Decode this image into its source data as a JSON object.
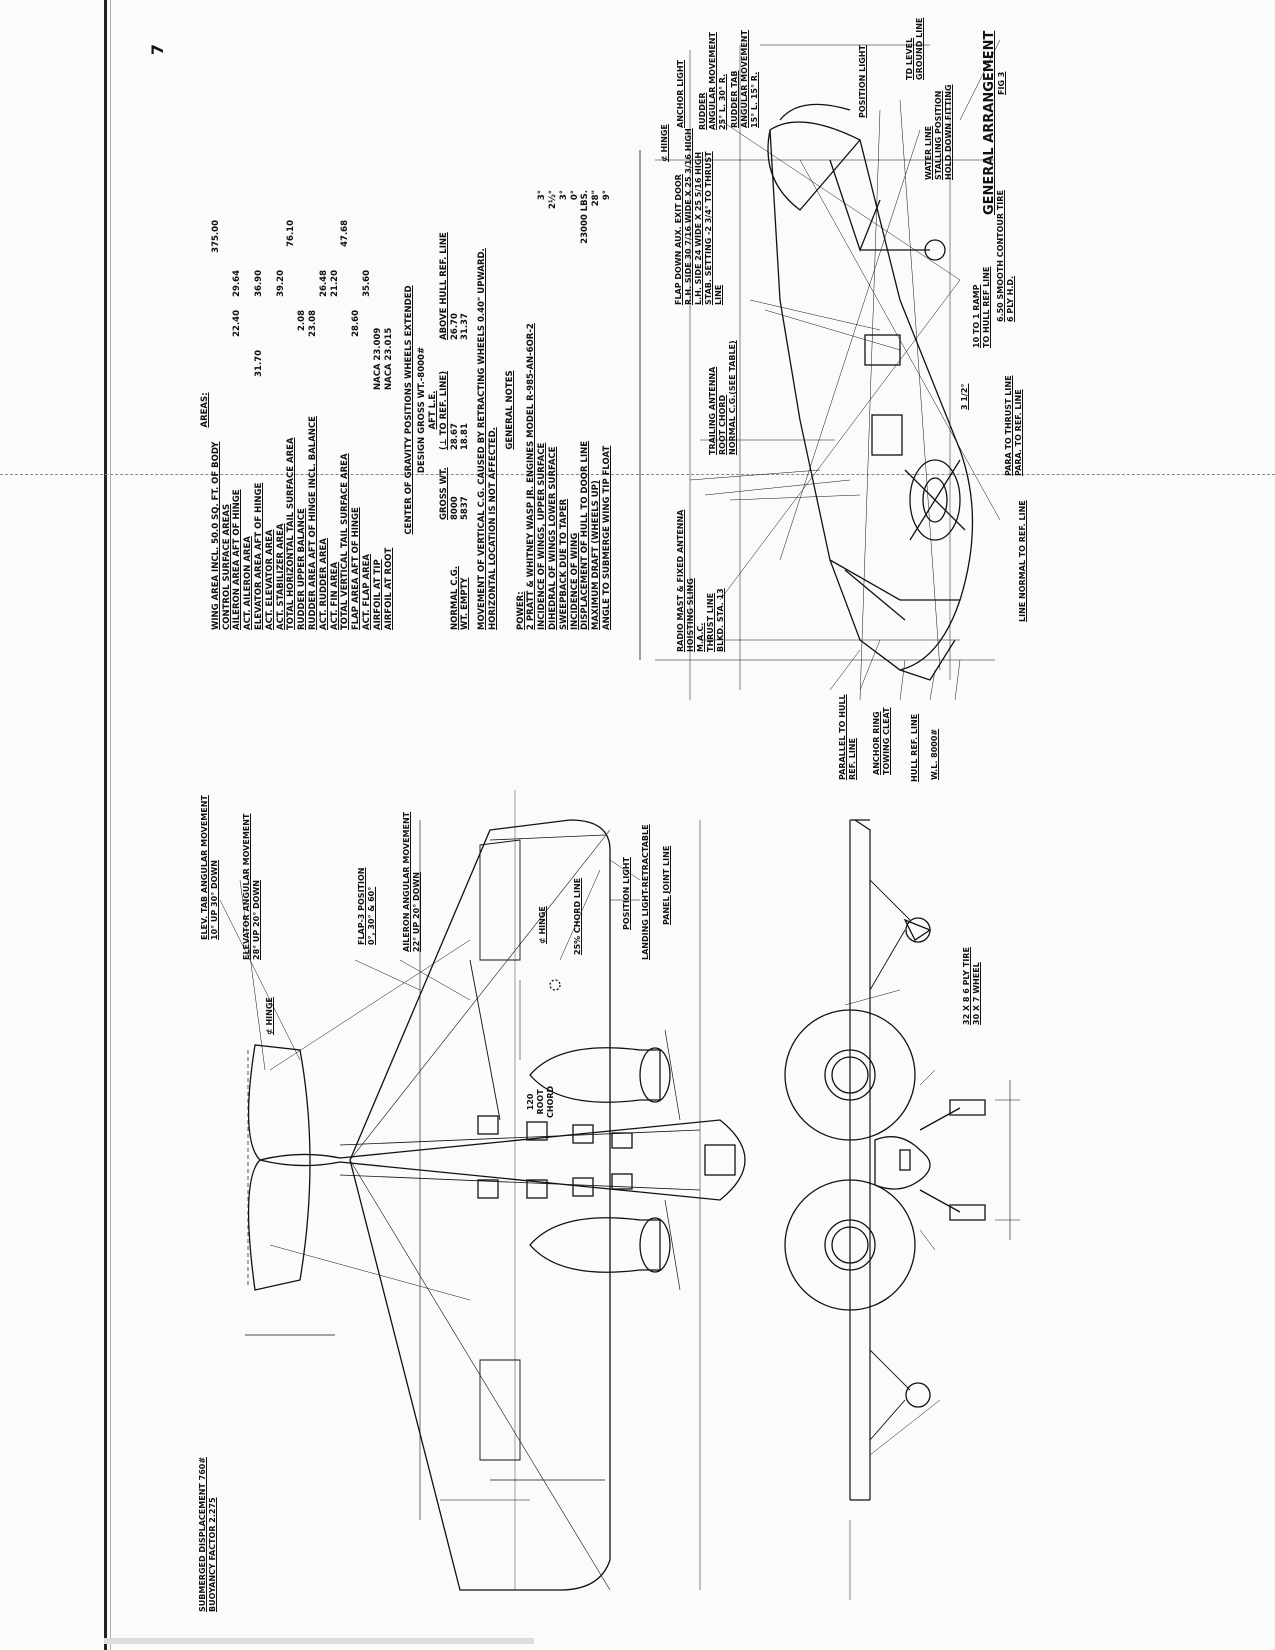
{
  "page_number": "7",
  "title": {
    "main": "GENERAL ARRANGEMENT",
    "sub": "FIG 3"
  },
  "areas": {
    "heading": "AREAS:",
    "rows": [
      {
        "label": "WING AREA INCL. 50.0 SQ. FT. OF BODY",
        "c5": "375.00"
      },
      {
        "label": "CONTROL SURFACE AREAS"
      },
      {
        "label": "AILERON AREA AFT OF HINGE",
        "c3": "22.40",
        "c4": "29.64"
      },
      {
        "label": "ACT. AILERON AREA"
      },
      {
        "label": "ELEVATOR AREA AFT OF HINGE",
        "c2": "31.70",
        "c4": "36.90"
      },
      {
        "label": "ACT. ELEVATOR AREA"
      },
      {
        "label": "ACT. STABILIZER AREA",
        "c4": "39.20"
      },
      {
        "label": "TOTAL HORIZONTAL TAIL SURFACE AREA",
        "c5": "76.10"
      },
      {
        "label": "RUDDER UPPER BALANCE",
        "c3": "2.08"
      },
      {
        "label": "RUDDER AREA AFT OF HINGE INCL. BALANCE",
        "c3": "23.08"
      },
      {
        "label": "ACT. RUDDER AREA",
        "c4": "26.48"
      },
      {
        "label": "ACT. FIN AREA",
        "c4": "21.20"
      },
      {
        "label": "TOTAL VERTICAL TAIL SURFACE AREA",
        "c5": "47.68"
      },
      {
        "label": "FLAP AREA AFT OF HINGE",
        "c3": "28.60"
      },
      {
        "label": "ACT. FLAP AREA",
        "c4": "35.60"
      },
      {
        "label": ""
      },
      {
        "label": "AIRFOIL AT TIP",
        "c2": "NACA 23.009"
      },
      {
        "label": "AIRFOIL AT ROOT",
        "c2": "NACA 23.015"
      }
    ],
    "cg_heading": "CENTER OF GRAVITY POSITIONS WHEELS EXTENDED",
    "cg_sub1": "DESIGN GROSS WT.-8000#",
    "cg_sub2": "AFT L.E.",
    "cg_cols": [
      "GROSS WT.",
      "(⊥ TO REF. LINE)",
      "ABOVE HULL REF. LINE"
    ],
    "cg_rows": [
      {
        "label": "NORMAL C.G.",
        "v1": "8000",
        "v2": "28.67",
        "v3": "26.70"
      },
      {
        "label": "WT. EMPTY",
        "v1": "5837",
        "v2": "18.81",
        "v3": "31.37"
      }
    ],
    "cg_note1": "MOVEMENT OF VERTICAL C.G. CAUSED BY RETRACTING WHEELS 0.40\" UPWARD.",
    "cg_note2": "HORIZONTAL LOCATION IS NOT AFFECTED.",
    "general_heading": "GENERAL NOTES",
    "power_heading": "POWER:",
    "general_rows": [
      {
        "label": "2 PRATT & WHITNEY WASP JR. ENGINES MODEL R-985-AN-6OR-2"
      },
      {
        "label": "INCIDENCE OF WINGS, UPPER SURFACE",
        "v": "3°"
      },
      {
        "label": "DIHEDRAL OF WINGS LOWER SURFACE",
        "v": "2½°"
      },
      {
        "label": "SWEEPBACK DUE TO TAPER",
        "v": "3°"
      },
      {
        "label": "INCIDENCE OF WING",
        "v": "0°"
      },
      {
        "label": "DISPLACEMENT OF HULL TO DOOR LINE",
        "v": "23000 LBS."
      },
      {
        "label": "MAXIMUM DRAFT (WHEELS UP)",
        "v": "28\""
      },
      {
        "label": "ANGLE TO SUBMERGE WING TIP FLOAT",
        "v": "9°"
      }
    ]
  },
  "side_view_labels": {
    "anchor_light": "ANCHOR LIGHT",
    "rudder": "RUDDER",
    "rudder_angular": "ANGULAR MOVEMENT",
    "rudder_angular_val": "25° L. 30° R.",
    "rudder_tab": "RUDDER TAB",
    "rudder_tab_angular": "ANGULAR MOVEMENT",
    "rudder_tab_val": "15° L. 15° R.",
    "position_light": "POSITION LIGHT",
    "td_level": "TD LEVEL",
    "ground_line": "GROUND LINE",
    "water_line": "WATER LINE",
    "stalling_pos": "STALLING POSITION",
    "hold_down": "HOLD DOWN FITTING",
    "hinge": "⊄ HINGE",
    "flap_door": "FLAP DOWN AUX. EXIT DOOR",
    "rh_side": "R.H. SIDE 30 7/16 WIDE X 25 3/16 HIGH",
    "lh_side": "L.H. SIDE 24 WIDE X 25 5/16 HIGH",
    "stab_setting": "STAB. SETTING -2 3/4° TO THRUST",
    "line": "LINE",
    "trailing_antenna": "TRAILING ANTENNA",
    "root_chord": "ROOT CHORD",
    "normal_cg": "NORMAL C.G.(SEE TABLE)",
    "radio_mast": "RADIO MAST & FIXED ANTENNA",
    "hoisting_sling": "HOISTING SLING",
    "mac": "M.A.C.",
    "thrust_line": "THRUST LINE",
    "bhd_sta": "BLKD. STA. 13",
    "tire": "6.50 SMOOTH CONTOUR TIRE",
    "ply": "6 PLY H.D.",
    "ramp": "10 TO 1 RAMP",
    "hull_ref": "TO HULL REF LINE",
    "para_thrust": "PARA TO THRUST LINE",
    "para_ref": "PARA. TO REF. LINE",
    "line_normal": "LINE NORMAL TO REF. LINE",
    "parallel_hull": "PARALLEL TO HULL",
    "ref_line": "REF. LINE",
    "anchor_ring": "ANCHOR RING",
    "towing_cleat": "TOWING CLEAT",
    "hull_ref_line": "HULL REF. LINE",
    "wl": "W.L. 8000#",
    "ramp_frac": "3 1/2°"
  },
  "plan_view_labels": {
    "elev_tab": "ELEV. TAB ANGULAR MOVEMENT",
    "elev_tab_val": "10° UP 30° DOWN",
    "elev_ang": "ELEVATOR ANGULAR MOVEMENT",
    "elev_ang_val": "28° UP 20° DOWN",
    "flap": "FLAP-3 POSITION",
    "flap_val": "0°, 30° & 60°",
    "aileron": "AILERON ANGULAR MOVEMENT",
    "aileron_val": "22° UP 20° DOWN",
    "hinge": "⊄ HINGE",
    "chord_line": "25% CHORD LINE",
    "position_light": "POSITION LIGHT",
    "landing_light": "LANDING LIGHT-RETRACTABLE",
    "panel_joint": "PANEL JOINT LINE",
    "root_chord_num": "120",
    "root_chord_a": "ROOT",
    "root_chord_b": "CHORD"
  },
  "front_view_labels": {
    "tire": "32 X 8  6 PLY TIRE",
    "wheel": "30 X 7 WHEEL",
    "submerged": "SUBMERGED DISPLACEMENT 760#",
    "buoyancy": "BUOYANCY FACTOR 2.275"
  }
}
